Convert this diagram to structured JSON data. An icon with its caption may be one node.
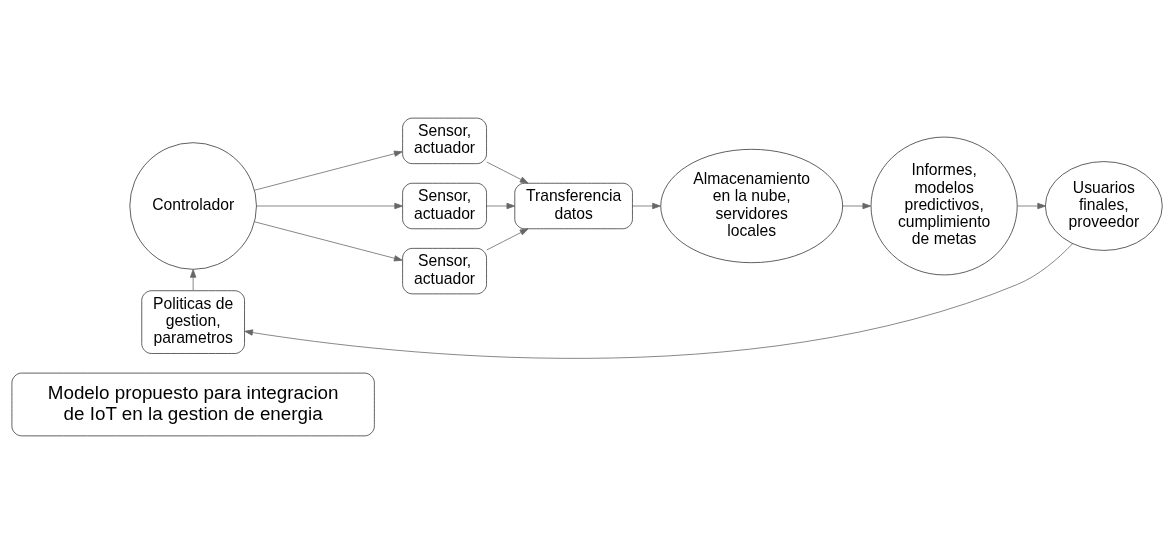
{
  "diagram": {
    "nodes": [
      {
        "text": [
          "Modelo propuesto para integracion de IoT en la gestion de energia"
        ]
      },
      {
        "text": [
          "Controlador"
        ]
      },
      {
        "text": [
          "Sensor, actuador"
        ]
      },
      {
        "text": [
          "Sensor, actuador"
        ]
      },
      {
        "text": [
          "Sensor, actuador"
        ]
      },
      {
        "text": [
          "Transferencia datos"
        ]
      },
      {
        "text": [
          "Almacenamiento en la nube, servidores locales"
        ]
      },
      {
        "text": [
          "Informes, modelos predictivos, cumplimiento de metas"
        ]
      },
      {
        "text": [
          "Usuarios finales, proveedor"
        ]
      },
      {
        "text": [
          "Politicas de gestion, parametros"
        ]
      }
    ],
    "edges": [
      {
        "from": 1,
        "to": 2,
        "arrow": "to"
      },
      {
        "from": 1,
        "to": 3,
        "arrow": "to"
      },
      {
        "from": 1,
        "to": 4,
        "arrow": "to"
      },
      {
        "from": 2,
        "to": 5,
        "arrow": "to"
      },
      {
        "from": 3,
        "to": 5,
        "arrow": "to"
      },
      {
        "from": 4,
        "to": 5,
        "arrow": "to"
      },
      {
        "from": 5,
        "to": 6,
        "arrow": "to"
      },
      {
        "from": 6,
        "to": 7,
        "arrow": "to"
      },
      {
        "from": 7,
        "to": 8,
        "arrow": "to"
      },
      {
        "from": 8,
        "to": 9,
        "arrow": "to"
      },
      {
        "from": 9,
        "to": 1,
        "arrow": "to"
      }
    ]
  }
}
